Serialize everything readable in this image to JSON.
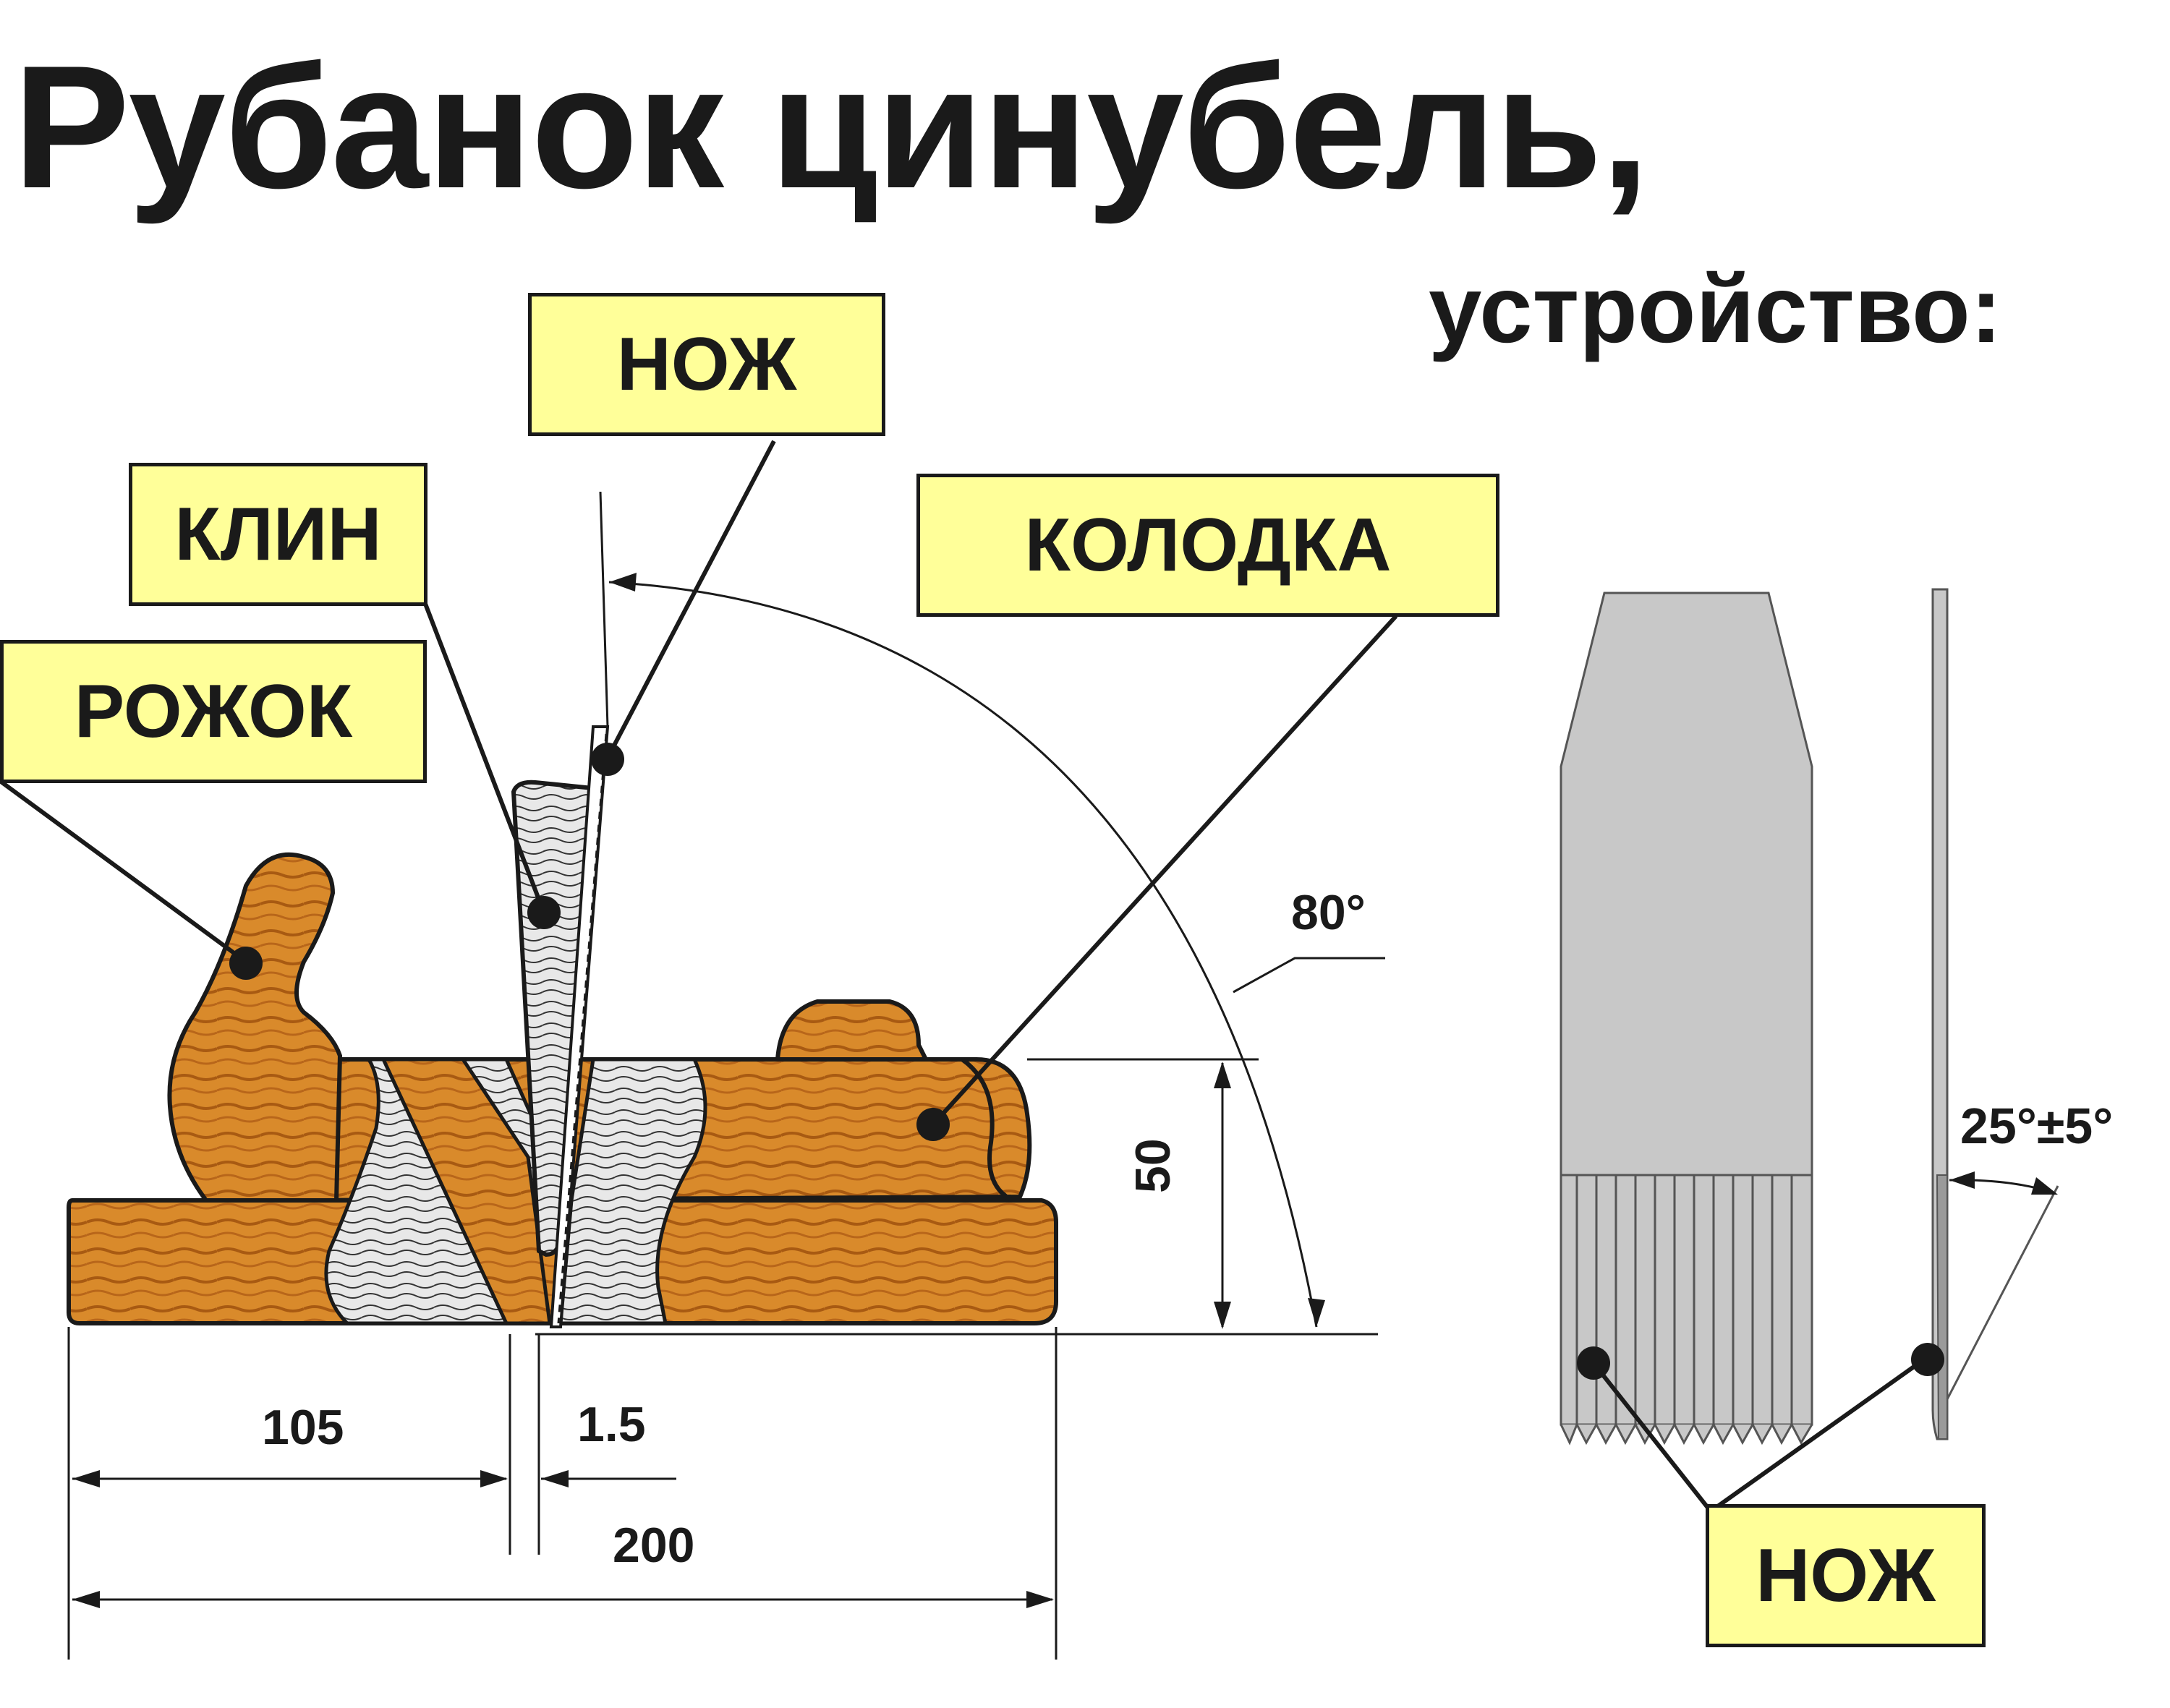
{
  "title": "Рубанок  цинубель,",
  "subtitle": "устройство:",
  "labels": {
    "knife_top": "НОЖ",
    "wedge": "КЛИН",
    "block": "КОЛОДКА",
    "horn": "РОЖОК",
    "knife_bottom": "НОЖ"
  },
  "dimensions": {
    "angle": "80°",
    "height": "50",
    "front": "105",
    "gap": "1.5",
    "length": "200",
    "bevel": "25°±5°"
  },
  "colors": {
    "label_fill": "#ffff99",
    "wood": "#d98a2b",
    "wood_dark": "#a85a12",
    "blade": "#c8c8c8",
    "ink": "#1a1a1a"
  }
}
